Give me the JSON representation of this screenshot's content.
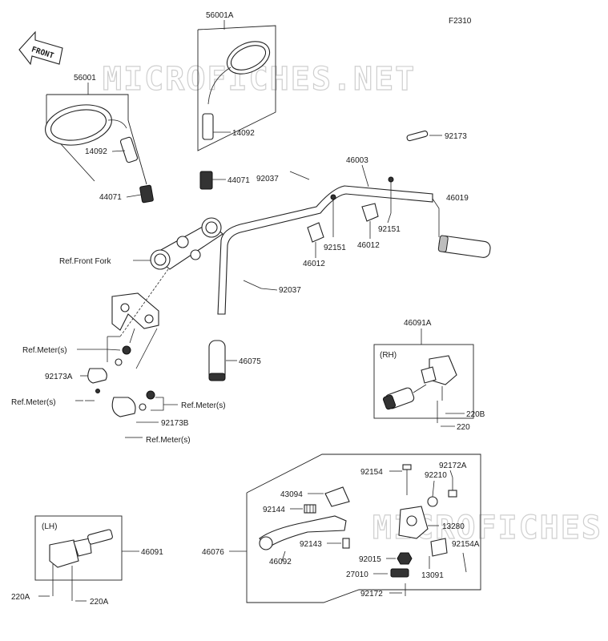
{
  "figure_code": "F2310",
  "front_arrow": "FRONT",
  "watermark": "MICROFICHES.NET",
  "boxes": {
    "rh": "(RH)",
    "lh": "(LH)"
  },
  "labels": {
    "p56001A": "56001A",
    "p56001": "56001",
    "p14092_top": "14092",
    "p14092_left": "14092",
    "p44071_top": "44071",
    "p44071_left": "44071",
    "p92037_top": "92037",
    "p92037_mid": "92037",
    "p46003": "46003",
    "p92173": "92173",
    "p46019": "46019",
    "p92151_a": "92151",
    "p92151_b": "92151",
    "p46012_a": "46012",
    "p46012_b": "46012",
    "ref_front_fork": "Ref.Front Fork",
    "p46075": "46075",
    "ref_meter_1": "Ref.Meter(s)",
    "ref_meter_2": "Ref.Meter(s)",
    "ref_meter_3": "Ref.Meter(s)",
    "ref_meter_4": "Ref.Meter(s)",
    "p92173A": "92173A",
    "p92173B": "92173B",
    "p46091A": "46091A",
    "p220B": "220B",
    "p220_rh": "220",
    "p92154": "92154",
    "p92172A": "92172A",
    "p92210": "92210",
    "p43094": "43094",
    "p92144": "92144",
    "p13280": "13280",
    "p46091": "46091",
    "p46076": "46076",
    "p92143": "92143",
    "p92154A": "92154A",
    "p46092": "46092",
    "p92015": "92015",
    "p27010": "27010",
    "p13091": "13091",
    "p92172": "92172",
    "p220A_a": "220A",
    "p220A_b": "220A"
  }
}
